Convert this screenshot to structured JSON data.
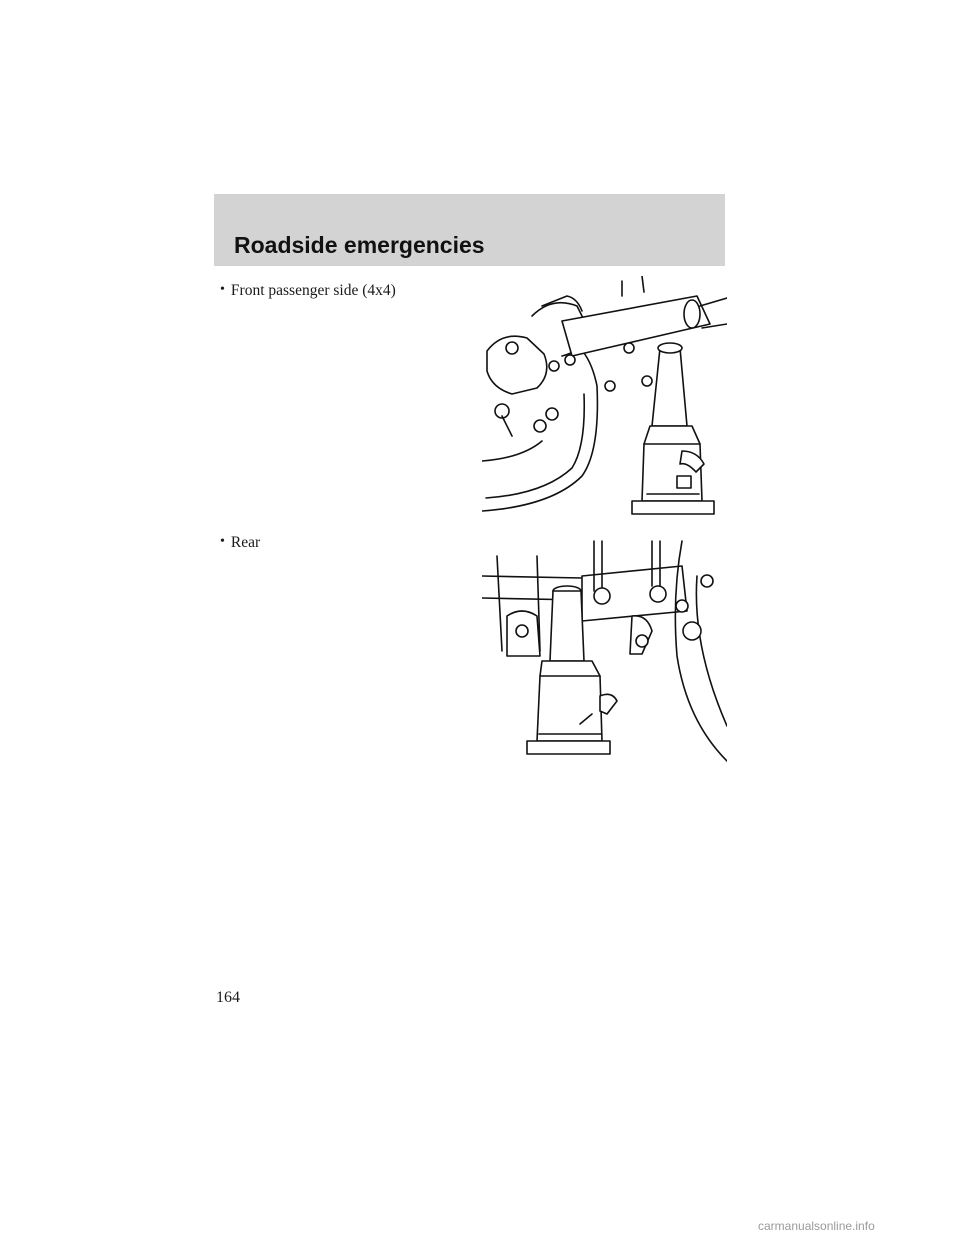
{
  "header": {
    "title": "Roadside emergencies"
  },
  "bullets": [
    {
      "marker": "•",
      "text": "Front passenger side (4x4)"
    },
    {
      "marker": "•",
      "text": "Rear"
    }
  ],
  "illustrations": [
    {
      "icon": "jack-under-front-axle-illustration"
    },
    {
      "icon": "jack-under-rear-axle-illustration"
    }
  ],
  "footer": {
    "page_number": "164"
  },
  "watermark": {
    "text": "carmanualsonline.info"
  }
}
